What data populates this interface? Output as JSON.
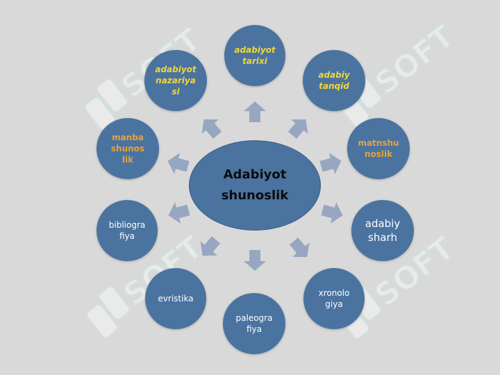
{
  "center": {
    "lines": [
      "Adabiyot",
      "shunoslik"
    ]
  },
  "nodes": [
    {
      "id": "adabiyot-tarixi",
      "lines": [
        "adabiyot",
        "tarixi"
      ],
      "style": "yellow"
    },
    {
      "id": "adabiy-tanqid",
      "lines": [
        "adabiy",
        "tanqid"
      ],
      "style": "yellow"
    },
    {
      "id": "matnshunoslik",
      "lines": [
        "matnshu",
        "noslik"
      ],
      "style": "orange"
    },
    {
      "id": "adabiy-sharh",
      "lines": [
        "adabiy",
        "sharh"
      ],
      "style": "white-big"
    },
    {
      "id": "xronologiya",
      "lines": [
        "xronolo",
        "giya"
      ],
      "style": "white"
    },
    {
      "id": "paleografiya",
      "lines": [
        "paleogra",
        "fiya"
      ],
      "style": "white"
    },
    {
      "id": "evristika",
      "lines": [
        "evristika"
      ],
      "style": "white"
    },
    {
      "id": "bibliografiya",
      "lines": [
        "bibliogra",
        "fiya"
      ],
      "style": "white"
    },
    {
      "id": "manbashunoslik",
      "lines": [
        "manba",
        "shunos",
        "lik"
      ],
      "style": "orange"
    },
    {
      "id": "adabiyot-nazariyasi",
      "lines": [
        "adabiyot",
        "nazariya",
        "si"
      ],
      "style": "yellow"
    }
  ],
  "colors": {
    "background": "#d9d9d9",
    "node_fill": "#4a73a0",
    "arrow_fill": "#97a7c2",
    "text_yellow": "#f1d53c",
    "text_orange": "#e7a23a",
    "watermark": "#bfe9dc"
  },
  "watermark": {
    "text": "SOFT"
  }
}
